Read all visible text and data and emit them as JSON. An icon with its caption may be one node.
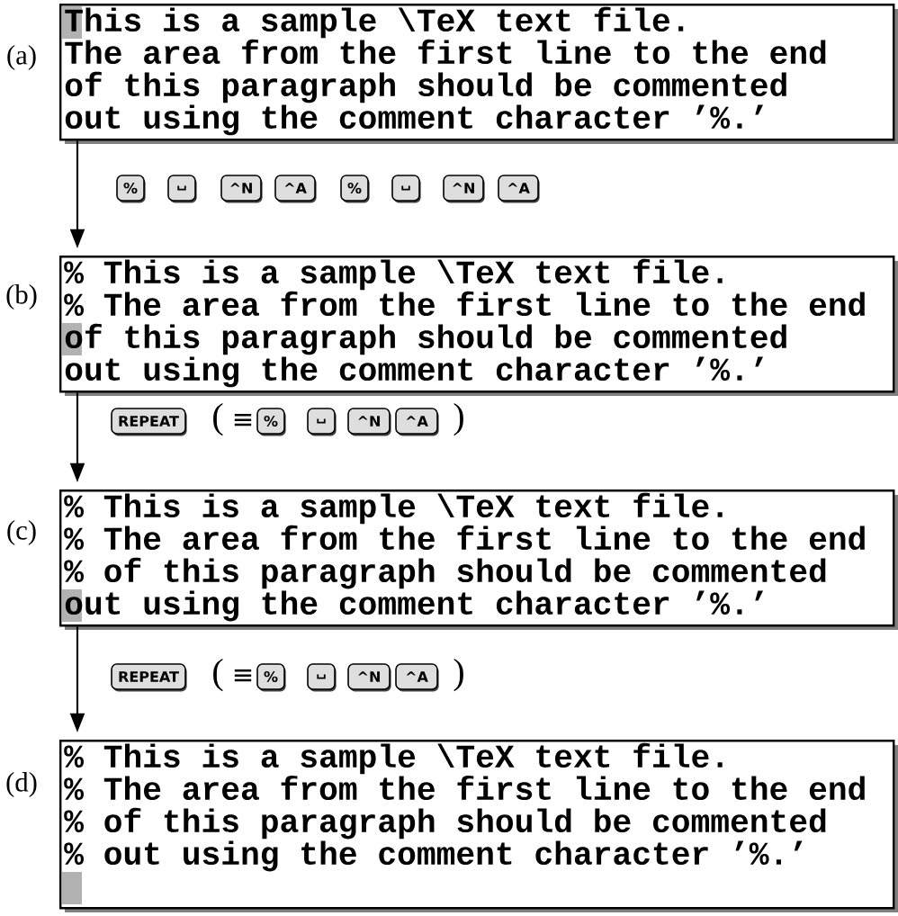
{
  "diagram": {
    "nodes": [
      {
        "text": [
          "This is a sample \\TeX text file.",
          "The area from the first line to the end",
          "of this paragraph should be commented",
          "out using the comment character ’%.’"
        ],
        "beside": [
          "(a)"
        ]
      },
      {
        "text": [
          "%"
        ]
      },
      {
        "text": [
          "␣"
        ]
      },
      {
        "text": [
          "^N"
        ]
      },
      {
        "text": [
          "^A"
        ]
      },
      {
        "text": [
          "%"
        ]
      },
      {
        "text": [
          "␣"
        ]
      },
      {
        "text": [
          "^N"
        ]
      },
      {
        "text": [
          "^A"
        ]
      },
      {
        "text": [
          "% This is a sample \\TeX text file.",
          "% The area from the first line to the end",
          "of this paragraph should be commented",
          "out using the comment character ’%.’"
        ],
        "beside": [
          "(b)"
        ]
      },
      {
        "text": [
          "REPEAT"
        ]
      },
      {
        "text": [
          "%"
        ]
      },
      {
        "text": [
          "␣"
        ]
      },
      {
        "text": [
          "^N"
        ]
      },
      {
        "text": [
          "^A"
        ]
      },
      {
        "text": [
          "% This is a sample \\TeX text file.",
          "% The area from the first line to the end",
          "% of this paragraph should be commented",
          "out using the comment character ’%.’"
        ],
        "beside": [
          "(c)"
        ]
      },
      {
        "text": [
          "REPEAT"
        ]
      },
      {
        "text": [
          "%"
        ]
      },
      {
        "text": [
          "␣"
        ]
      },
      {
        "text": [
          "^N"
        ]
      },
      {
        "text": [
          "^A"
        ]
      },
      {
        "text": [
          "% This is a sample \\TeX text file.",
          "% The area from the first line to the end",
          "% of this paragraph should be commented",
          "% out using the comment character ’%.’"
        ],
        "beside": [
          "(d)"
        ]
      }
    ],
    "edges": [
      {
        "from": 0,
        "to": 9,
        "arrow": "to"
      },
      {
        "from": 9,
        "to": 15,
        "arrow": "to"
      },
      {
        "from": 15,
        "to": 21,
        "arrow": "to"
      }
    ],
    "labels": [
      "(",
      "≡",
      ")",
      "(",
      "≡",
      ")"
    ]
  }
}
